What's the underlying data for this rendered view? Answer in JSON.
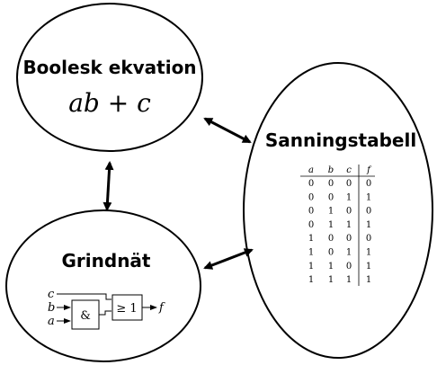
{
  "nodes": {
    "boolean": {
      "title": "Boolesk ekvation",
      "expression": "ab + c"
    },
    "truth_table": {
      "title": "Sanningstabell",
      "headers": [
        "a",
        "b",
        "c",
        "f"
      ],
      "rows": [
        [
          "0",
          "0",
          "0",
          "0"
        ],
        [
          "0",
          "0",
          "1",
          "1"
        ],
        [
          "0",
          "1",
          "0",
          "0"
        ],
        [
          "0",
          "1",
          "1",
          "1"
        ],
        [
          "1",
          "0",
          "0",
          "0"
        ],
        [
          "1",
          "0",
          "1",
          "1"
        ],
        [
          "1",
          "1",
          "0",
          "1"
        ],
        [
          "1",
          "1",
          "1",
          "1"
        ]
      ]
    },
    "circuit": {
      "title": "Grindnät",
      "inputs": [
        "c",
        "b",
        "a"
      ],
      "and_gate": "&",
      "or_gate": "≥ 1",
      "output": "f"
    }
  }
}
